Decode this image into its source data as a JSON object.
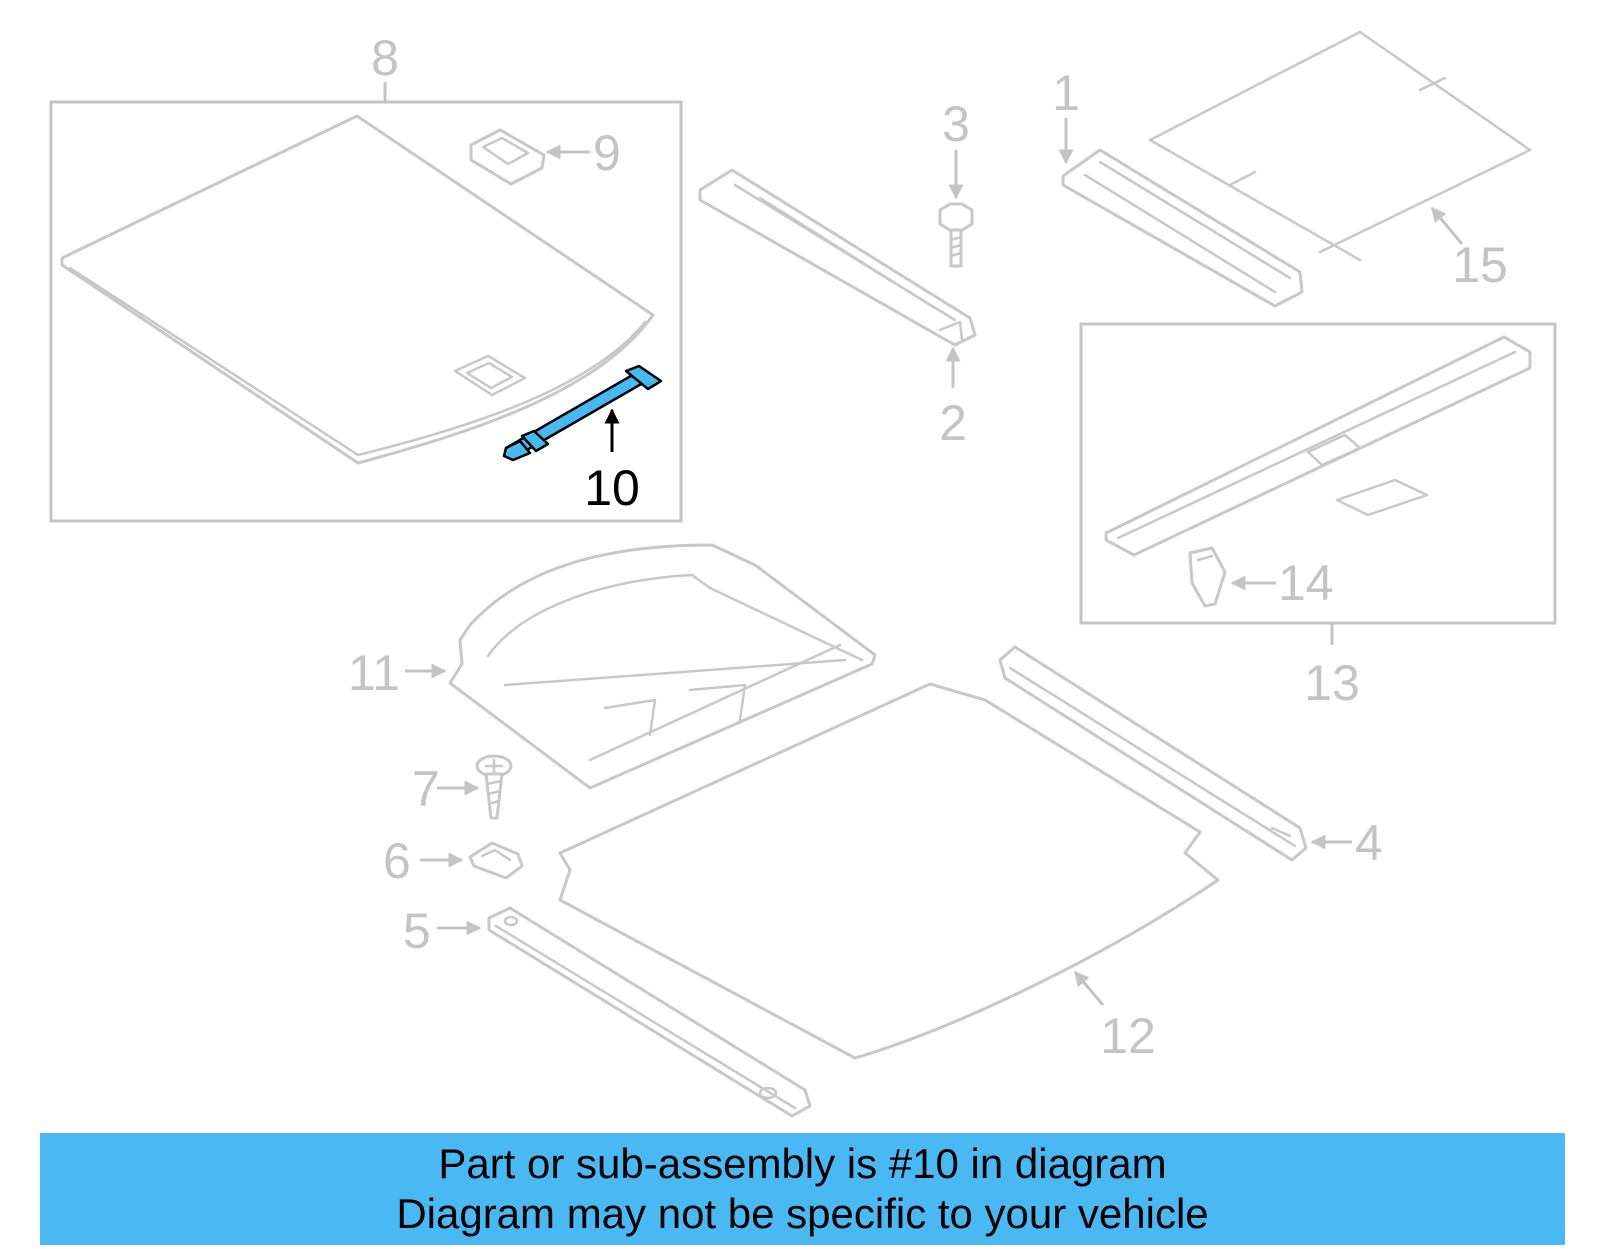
{
  "diagram": {
    "highlight_color": "#4ab8f0",
    "line_color": "#c8c8c8",
    "callouts": {
      "c1": "1",
      "c2": "2",
      "c3": "3",
      "c4": "4",
      "c5": "5",
      "c6": "6",
      "c7": "7",
      "c8": "8",
      "c9": "9",
      "c10": "10",
      "c11": "11",
      "c12": "12",
      "c13": "13",
      "c14": "14",
      "c15": "15"
    },
    "highlighted_callout": "10"
  },
  "banner": {
    "background": "#4ab9f3",
    "line1": "Part or sub-assembly is #10 in diagram",
    "line2": "Diagram may not be specific to your vehicle"
  }
}
